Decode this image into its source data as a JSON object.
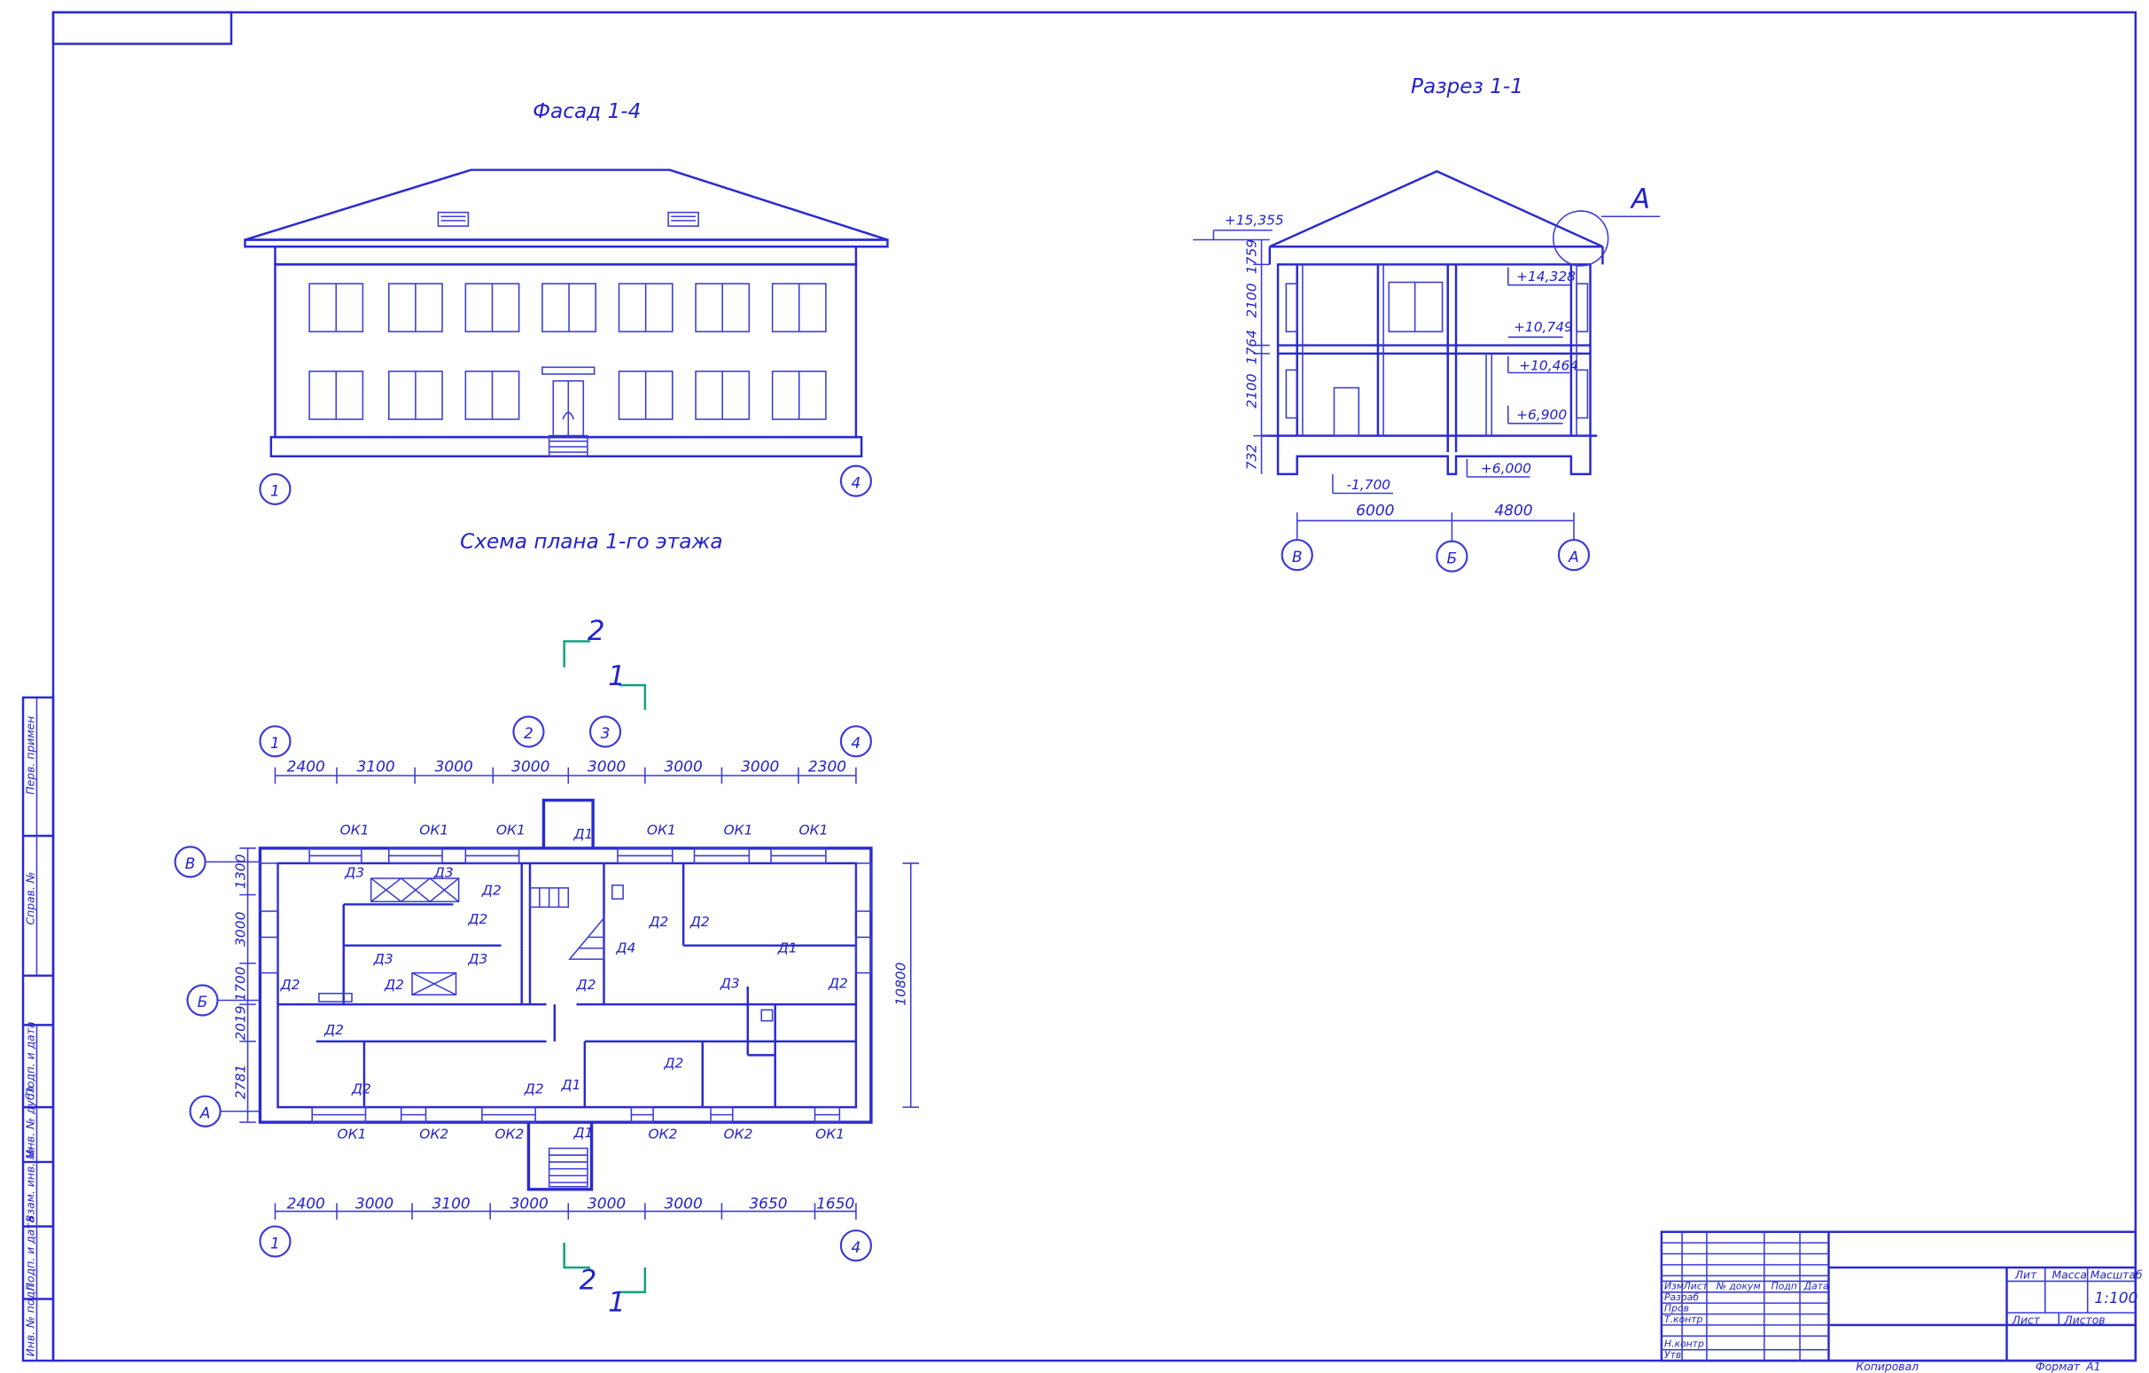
{
  "drawing": {
    "facade_title": "Фасад 1-4",
    "section_title": "Разрез 1-1",
    "plan_title": "Схема плана 1-го этажа",
    "node_label": "А",
    "cut_labels": {
      "c1": "1",
      "c2": "2"
    }
  },
  "facade": {
    "axis_left": "1",
    "axis_right": "4"
  },
  "section": {
    "elevations": [
      "+15,355",
      "+14,328",
      "+10,749",
      "+10,464",
      "+6,900",
      "+6,000",
      "-1,700"
    ],
    "vertical_dims": [
      "1759",
      "2100",
      "1764",
      "2100",
      "732"
    ],
    "horizontal_dims": [
      "6000",
      "4800"
    ],
    "axes": [
      "В",
      "Б",
      "А"
    ]
  },
  "plan": {
    "axes_top": [
      "1",
      "2",
      "3",
      "4"
    ],
    "axes_bottom": [
      "1",
      "4"
    ],
    "axes_left": [
      "В",
      "Б",
      "А"
    ],
    "dims_top": [
      "2400",
      "3100",
      "3000",
      "3000",
      "3000",
      "3000",
      "3000",
      "2300"
    ],
    "dims_bottom": [
      "2400",
      "3000",
      "3100",
      "3000",
      "3000",
      "3000",
      "3650",
      "1650"
    ],
    "dims_left": [
      "1300",
      "3000",
      "1700",
      "2019",
      "2781"
    ],
    "dim_right": "10800",
    "windows_top": [
      "ОК1",
      "ОК1",
      "ОК1",
      "ОК1",
      "ОК1",
      "ОК1"
    ],
    "windows_bottom": [
      "ОК1",
      "ОК2",
      "ОК2",
      "ОК2",
      "ОК2",
      "ОК1"
    ],
    "doors": [
      "Д1",
      "Д3",
      "Д3",
      "Д2",
      "Д2",
      "Д2",
      "Д2",
      "Д1",
      "Д4",
      "Д3",
      "Д3",
      "Д2",
      "Д2",
      "Д2",
      "Д3",
      "Д2",
      "Д2",
      "Д2",
      "Д2",
      "Д2",
      "Д1",
      "Д1"
    ]
  },
  "stamp": {
    "cols": [
      "Изм",
      "Лист",
      "№ докум",
      "Подп",
      "Дата"
    ],
    "roles": [
      "Разраб",
      "Пров",
      "Т.контр",
      "Н.контр",
      "Утв"
    ],
    "lit": "Лит",
    "mass": "Масса",
    "scale_label": "Масштаб",
    "scale": "1:100",
    "sheet": "Лист",
    "sheets": "Листов",
    "copied": "Копировал",
    "format_label": "Формат",
    "format": "А1"
  },
  "side_labels": [
    "Перв. примен",
    "Справ. №",
    "Подп. и дата",
    "Инв. № дубл",
    "Взам. инв. №",
    "Подп. и дата",
    "Инв. № подл"
  ]
}
